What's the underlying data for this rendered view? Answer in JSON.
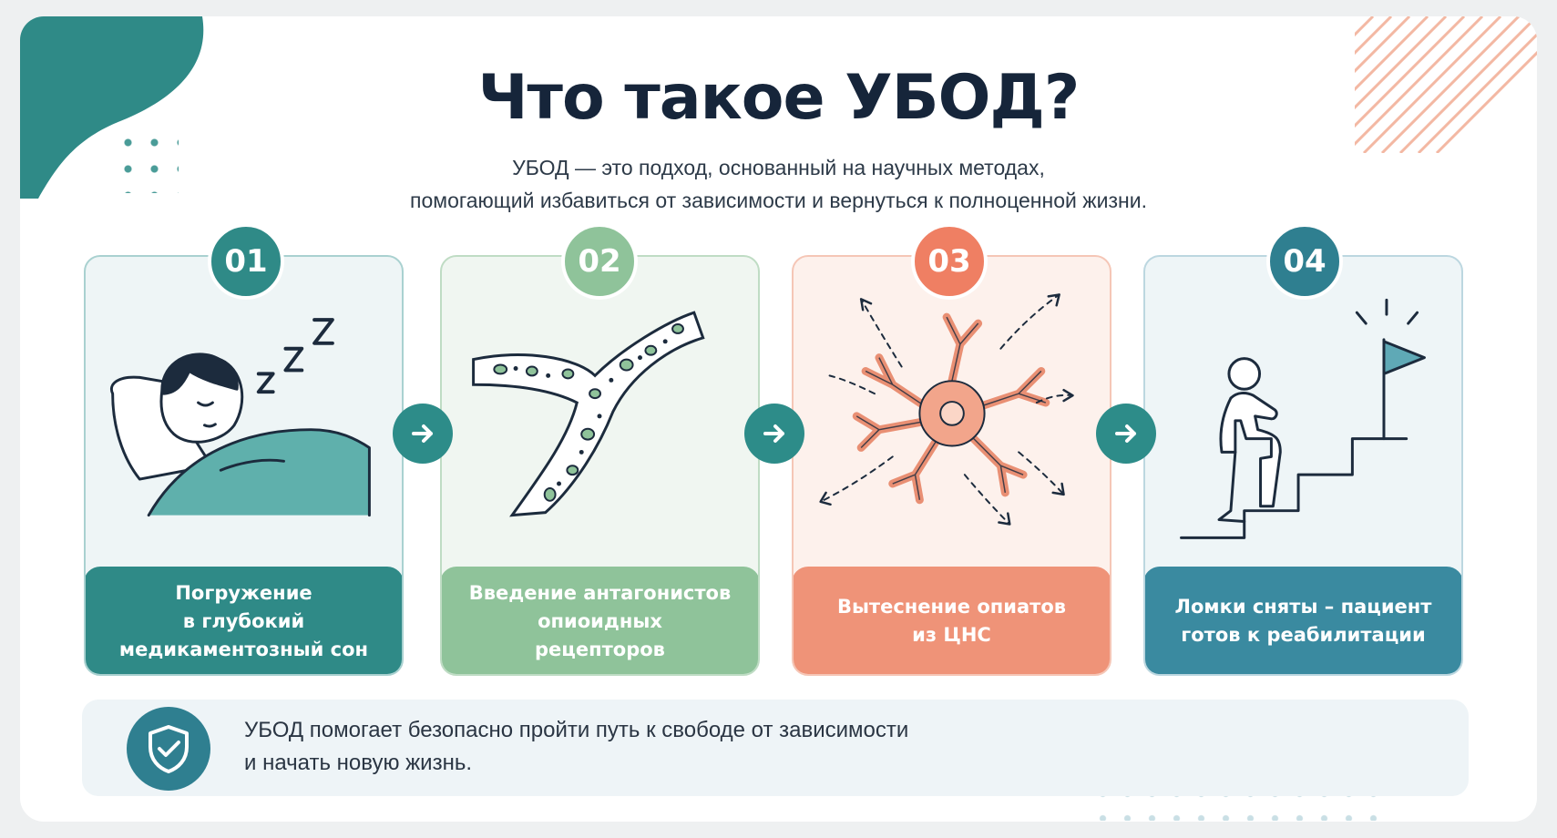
{
  "header": {
    "title": "Что такое УБОД?",
    "subtitle_line1": "УБОД — это подход, основанный на научных методах,",
    "subtitle_line2": "помогающий избавиться от зависимости и вернуться к полноценной жизни."
  },
  "steps": [
    {
      "number": "01",
      "caption_lines": [
        "Погружение",
        "в глубокий",
        "медикаментозный сон"
      ],
      "icon": "sleeping-person-icon",
      "accent": "#2f8a87"
    },
    {
      "number": "02",
      "caption_lines": [
        "Введение антагонистов",
        "опиоидных",
        "рецепторов"
      ],
      "icon": "blood-vessel-icon",
      "accent": "#8fc39a"
    },
    {
      "number": "03",
      "caption_lines": [
        "Вытеснение опиатов",
        "из ЦНС"
      ],
      "icon": "neuron-icon",
      "accent": "#ef9378"
    },
    {
      "number": "04",
      "caption_lines": [
        "Ломки сняты – пациент",
        "готов к реабилитации"
      ],
      "icon": "stairs-flag-icon",
      "accent": "#3a8aa0"
    }
  ],
  "footer": {
    "line1": "УБОД помогает безопасно пройти путь к свободе от зависимости",
    "line2": "и начать новую жизнь.",
    "icon": "shield-check-icon"
  },
  "colors": {
    "teal": "#2f8a87",
    "green": "#8fc39a",
    "coral": "#ef9378",
    "blue": "#3a8aa0",
    "title": "#16253a"
  }
}
